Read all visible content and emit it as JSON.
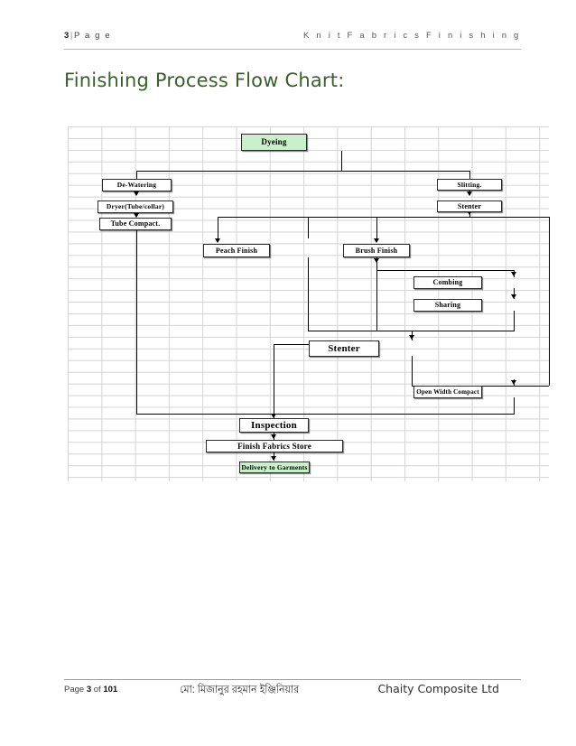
{
  "header": {
    "page_number": "3",
    "separator": "|",
    "page_word": "P a g e",
    "doc_title": "K n i t   F a b r i c s   F i n i s h i n g"
  },
  "title": "Finishing Process Flow Chart:",
  "colors": {
    "title_green": "#3a5f2a",
    "box_fill_green": "#c9efcb",
    "box_border": "#2b2b2b",
    "grid_line": "#d4d4d4",
    "connector": "#000000"
  },
  "chart_data": {
    "type": "diagram",
    "title": "Finishing Process Flow Chart:",
    "nodes": [
      {
        "id": "dyeing",
        "label": "Dyeing",
        "highlight": "green"
      },
      {
        "id": "dewatering",
        "label": "De-Watering",
        "highlight": "none"
      },
      {
        "id": "dryer",
        "label": "Dryer(Tube/collar)",
        "highlight": "none"
      },
      {
        "id": "tube_compact",
        "label": "Tube Compact.",
        "highlight": "none"
      },
      {
        "id": "slitting",
        "label": "Slitting.",
        "highlight": "none"
      },
      {
        "id": "stenter_top",
        "label": "Stenter",
        "highlight": "none"
      },
      {
        "id": "peach_finish",
        "label": "Peach Finish",
        "highlight": "none"
      },
      {
        "id": "brush_finish",
        "label": "Brush Finish",
        "highlight": "none"
      },
      {
        "id": "combing",
        "label": "Combing",
        "highlight": "none"
      },
      {
        "id": "sharing",
        "label": "Sharing",
        "highlight": "none"
      },
      {
        "id": "stenter_mid",
        "label": "Stenter",
        "highlight": "none"
      },
      {
        "id": "open_width",
        "label": "Open Width Compact",
        "highlight": "none"
      },
      {
        "id": "inspection",
        "label": "Inspection",
        "highlight": "none"
      },
      {
        "id": "finish_store",
        "label": "Finish Fabrics Store",
        "highlight": "none"
      },
      {
        "id": "delivery",
        "label": "Delivery to Garments",
        "highlight": "green"
      }
    ],
    "edges": [
      {
        "from": "dyeing",
        "to": "dewatering"
      },
      {
        "from": "dyeing",
        "to": "slitting"
      },
      {
        "from": "dewatering",
        "to": "dryer"
      },
      {
        "from": "dryer",
        "to": "tube_compact"
      },
      {
        "from": "tube_compact",
        "to": "inspection"
      },
      {
        "from": "slitting",
        "to": "stenter_top"
      },
      {
        "from": "stenter_top",
        "to": "peach_finish"
      },
      {
        "from": "stenter_top",
        "to": "brush_finish"
      },
      {
        "from": "peach_finish",
        "to": "stenter_mid"
      },
      {
        "from": "brush_finish",
        "to": "combing"
      },
      {
        "from": "combing",
        "to": "sharing"
      },
      {
        "from": "sharing",
        "to": "stenter_mid"
      },
      {
        "from": "stenter_mid",
        "to": "open_width"
      },
      {
        "from": "stenter_mid",
        "to": "inspection"
      },
      {
        "from": "open_width",
        "to": "inspection"
      },
      {
        "from": "inspection",
        "to": "finish_store"
      },
      {
        "from": "finish_store",
        "to": "delivery"
      }
    ]
  },
  "footer": {
    "page_label_prefix": "Page",
    "page_number": "3",
    "page_of": "of",
    "page_total": "101",
    "watermark": "মো: মিজানুর রহমান ইঞ্জিনিয়ার",
    "company": "Chaity Composite Ltd"
  }
}
